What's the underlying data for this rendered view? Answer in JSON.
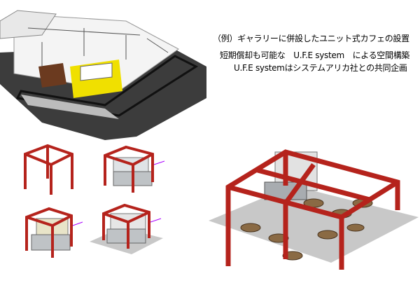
{
  "caption": {
    "line1": "（例）ギャラリーに併設したユニット式カフェの設置",
    "line2": "短期償却も可能な　U.F.E system　による空間構築",
    "line3": "U.F.E systemはシステムアリカ社との共同企画"
  },
  "colors": {
    "frame": "#b5231c",
    "ground": "#3c3c3c",
    "accent": "#f2e600",
    "floor": "#c8c8c8"
  }
}
